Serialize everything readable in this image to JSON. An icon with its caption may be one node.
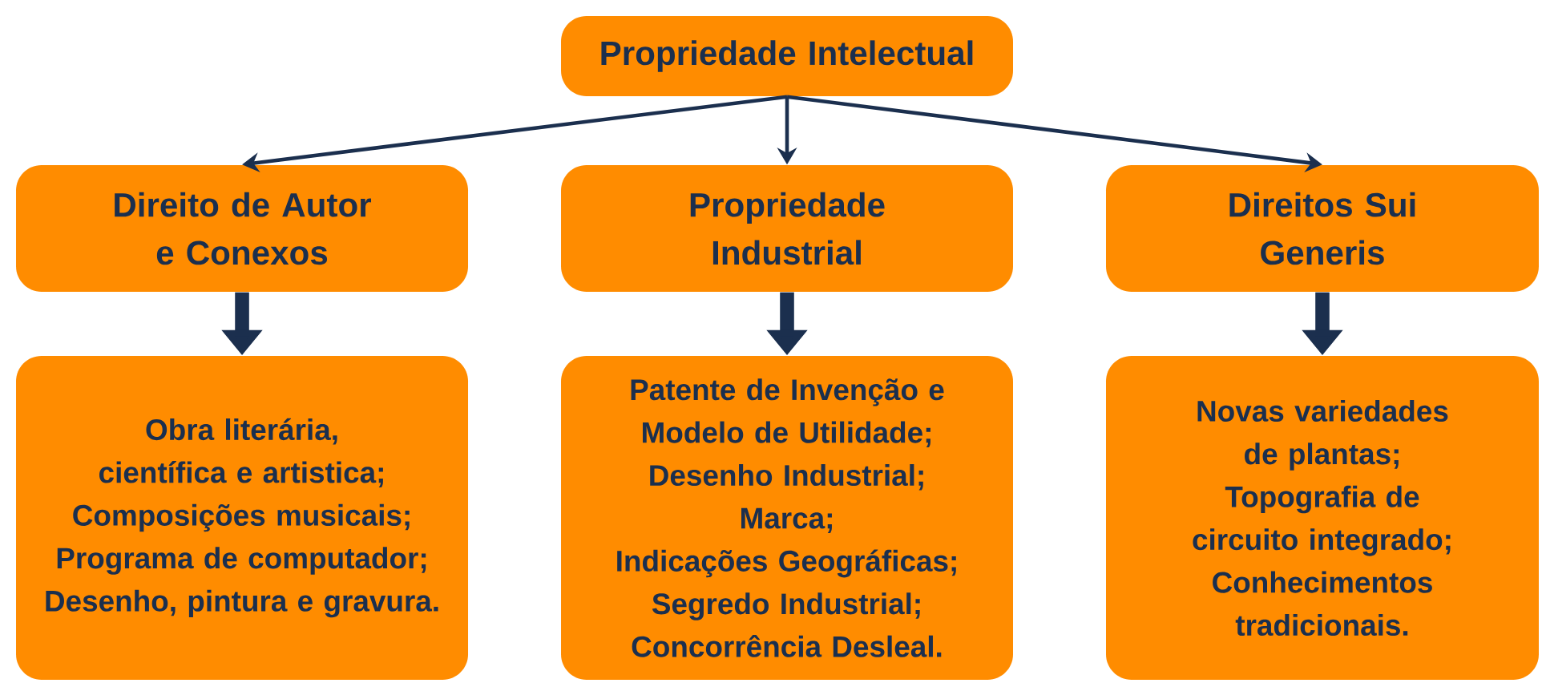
{
  "diagram": {
    "nodes": [
      {
        "text": [
          "Propriedade Intelectual"
        ]
      },
      {
        "text": [
          "Direito de Autor e Conexos"
        ]
      },
      {
        "text": [
          "Propriedade Industrial"
        ]
      },
      {
        "text": [
          "Direitos Sui Generis"
        ]
      },
      {
        "text": [
          "Obra literária, científica e artistica;",
          "Composições musicais;",
          "Programa de computador;",
          "Desenho, pintura e gravura."
        ]
      },
      {
        "text": [
          "Patente de Invenção e Modelo de Utilidade;",
          "Desenho Industrial;",
          "Marca;",
          "Indicações Geográficas;",
          "Segredo Industrial;",
          "Concorrência Desleal."
        ]
      },
      {
        "text": [
          "Novas variedades de plantas;",
          "Topografia de circuito integrado;",
          "Conhecimentos tradicionais."
        ]
      }
    ],
    "edges": [
      {
        "from": 0,
        "to": 1,
        "arrow": "to"
      },
      {
        "from": 0,
        "to": 2,
        "arrow": "to"
      },
      {
        "from": 0,
        "to": 3,
        "arrow": "to"
      },
      {
        "from": 1,
        "to": 4,
        "arrow": "to",
        "style": "thick"
      },
      {
        "from": 2,
        "to": 5,
        "arrow": "to",
        "style": "thick"
      },
      {
        "from": 3,
        "to": 6,
        "arrow": "to",
        "style": "thick"
      }
    ]
  }
}
